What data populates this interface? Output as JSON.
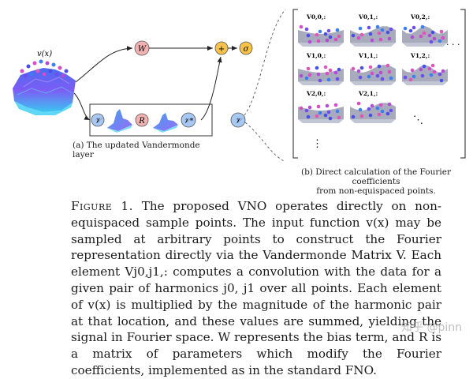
{
  "figure": {
    "input_label": "v(x)",
    "w_label": "W",
    "r_label": "R",
    "v_label": "𝒱",
    "v_star_label": "𝒱*",
    "plus_label": "+",
    "sigma_label": "σ",
    "right_v_label": "𝒱",
    "matrix": {
      "rows": [
        [
          "V0,0,:",
          "V0,1,:",
          "V0,2,:"
        ],
        [
          "V1,0,:",
          "V1,1,:",
          "V1,2,:"
        ],
        [
          "V2,0,:",
          "V2,1,:",
          ""
        ]
      ],
      "hdots": "· · ·",
      "vdots": "⋮",
      "ddots": "⋱"
    },
    "caption_a": "(a) The updated Vandermonde layer",
    "caption_b_line1": "(b) Direct calculation of the Fourier coefficients",
    "caption_b_line2": "from non-equispaced points."
  },
  "caption": {
    "label": "Figure 1.",
    "text": "The proposed VNO operates directly on non-equispaced sample points. The input function v(x) may be sampled at arbitrary points to construct the Fourier representation directly via the Vandermonde Matrix V. Each element Vj0,j1,: computes a convolution with the data for a given pair of harmonics j0, j1 over all points. Each element of v(x) is multiplied by the magnitude of the harmonic pair at that location, and these values are summed, yielding the signal in Fourier space. W represents the bias term, and R is a matrix of parameters which modify the Fourier coefficients, implemented as in the standard FNO."
  },
  "watermark": "知乎 @pinn"
}
